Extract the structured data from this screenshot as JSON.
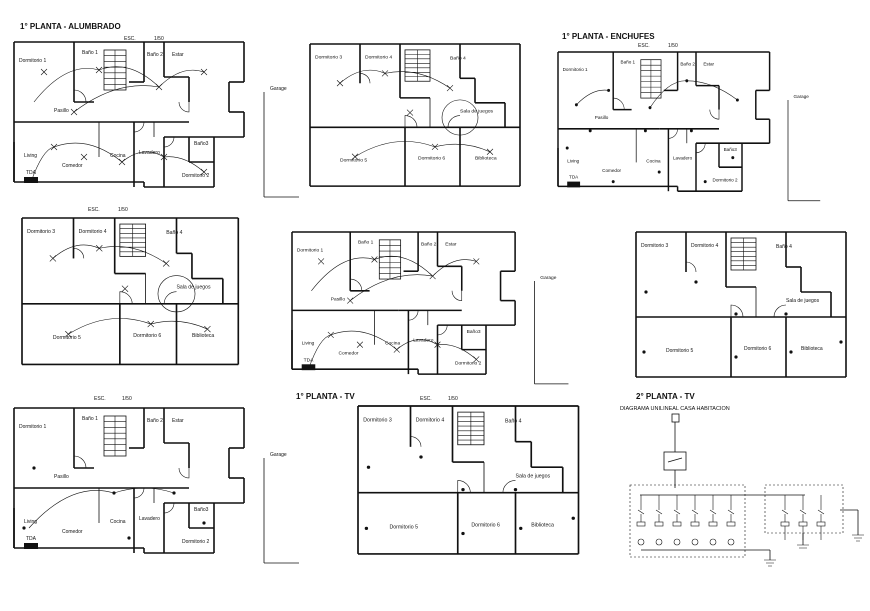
{
  "titles": {
    "lighting": "1° PLANTA - ALUMBRADO",
    "outlets": "1° PLANTA - ENCHUFES",
    "tv1": "1° PLANTA - TV",
    "tv2": "2° PLANTA - TV"
  },
  "scale": {
    "esc": "ESC.",
    "ratio": "1/50"
  },
  "diagram_title": "DIAGRAMA UNILINEAL CASA HABITACION",
  "floor1_rooms": {
    "dorm1": "Dormitorio 1",
    "bano1": "Baño 1",
    "bano2": "Baño 2",
    "estar": "Estar",
    "garage": "Garage",
    "pasillo": "Pasillo",
    "living": "Living",
    "comedor": "Comedor",
    "cocina": "Cocina",
    "lavadero": "Lavadero",
    "bano3": "Baño3",
    "dorm2": "Dormitorio 2",
    "tda": "TDA"
  },
  "floor2_rooms": {
    "dorm3": "Dormitorio 3",
    "dorm4": "Dormitorio 4",
    "bano4": "Baño 4",
    "juegos": "Sala de juegos",
    "dorm5": "Dormitorio 5",
    "dorm6": "Dormitorio 6",
    "biblioteca": "Biblioteca"
  }
}
